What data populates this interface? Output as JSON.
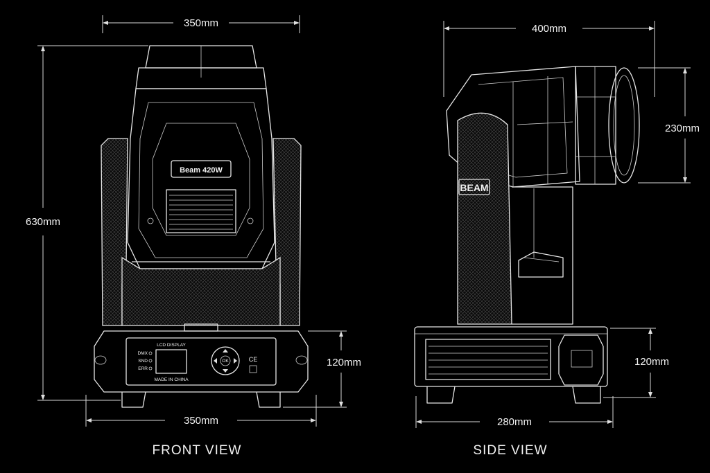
{
  "front_view": {
    "label": "FRONT VIEW",
    "width_top": "350mm",
    "height_total": "630mm",
    "base_height": "120mm",
    "width_bottom": "350mm",
    "head_label": "Beam 420W",
    "lcd_label": "LCD DISPLAY",
    "indicators": [
      "DMX",
      "SND",
      "ERR"
    ],
    "ok_label": "OK",
    "made_in": "MADE IN CHINA",
    "ce_mark": "CE"
  },
  "side_view": {
    "label": "SIDE VIEW",
    "width_top": "400mm",
    "head_height": "230mm",
    "base_height": "120mm",
    "width_bottom": "280mm",
    "arm_label": "BEAM"
  },
  "colors": {
    "background": "#000000",
    "line": "#e6e6e6",
    "text": "#f2f2f2"
  }
}
